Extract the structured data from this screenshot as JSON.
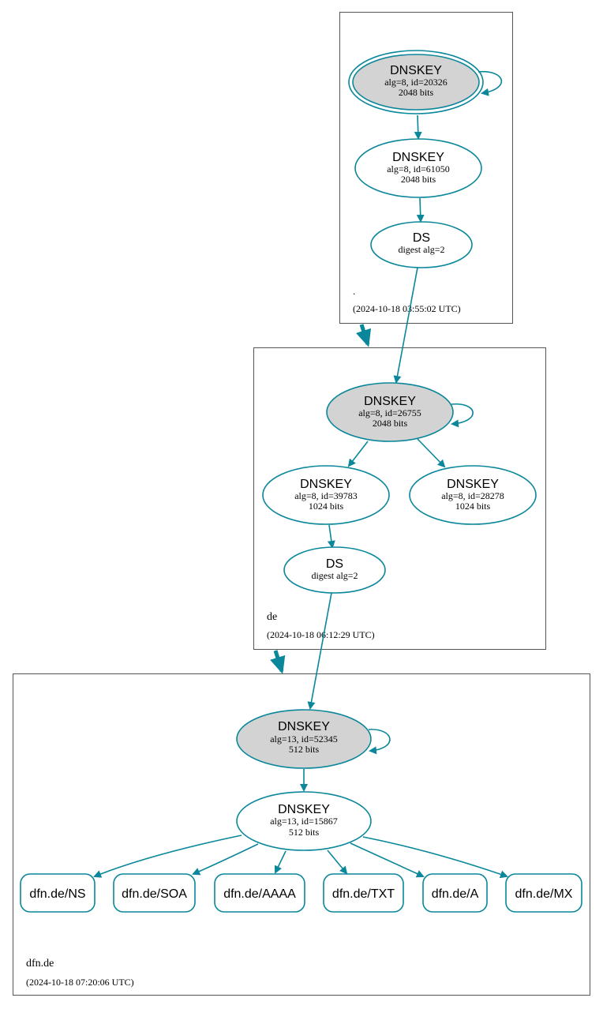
{
  "colors": {
    "edge": "#0a879a",
    "node_stroke": "#0a879a",
    "trust_anchor_fill": "#d3d3d3",
    "zone_border": "#555555",
    "text": "#000000",
    "background": "#ffffff"
  },
  "zones": [
    {
      "id": "root",
      "name": ".",
      "timestamp": "(2024-10-18 03:55:02 UTC)"
    },
    {
      "id": "de",
      "name": "de",
      "timestamp": "(2024-10-18 06:12:29 UTC)"
    },
    {
      "id": "dfn",
      "name": "dfn.de",
      "timestamp": "(2024-10-18 07:20:06 UTC)"
    }
  ],
  "nodes": {
    "root_ksk": {
      "title": "DNSKEY",
      "line1": "alg=8, id=20326",
      "line2": "2048 bits",
      "trust_anchor": true
    },
    "root_zsk": {
      "title": "DNSKEY",
      "line1": "alg=8, id=61050",
      "line2": "2048 bits"
    },
    "root_ds": {
      "title": "DS",
      "line1": "digest alg=2"
    },
    "de_ksk": {
      "title": "DNSKEY",
      "line1": "alg=8, id=26755",
      "line2": "2048 bits"
    },
    "de_zsk1": {
      "title": "DNSKEY",
      "line1": "alg=8, id=39783",
      "line2": "1024 bits"
    },
    "de_zsk2": {
      "title": "DNSKEY",
      "line1": "alg=8, id=28278",
      "line2": "1024 bits"
    },
    "de_ds": {
      "title": "DS",
      "line1": "digest alg=2"
    },
    "dfn_ksk": {
      "title": "DNSKEY",
      "line1": "alg=13, id=52345",
      "line2": "512 bits"
    },
    "dfn_zsk": {
      "title": "DNSKEY",
      "line1": "alg=13, id=15867",
      "line2": "512 bits"
    }
  },
  "rrsets": [
    "dfn.de/NS",
    "dfn.de/SOA",
    "dfn.de/AAAA",
    "dfn.de/TXT",
    "dfn.de/A",
    "dfn.de/MX"
  ]
}
